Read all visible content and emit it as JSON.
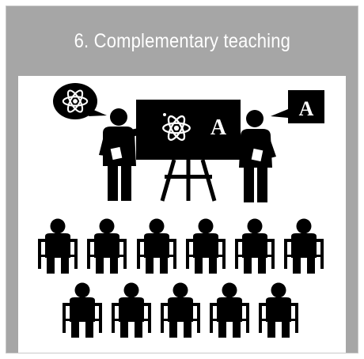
{
  "header": {
    "title": "6. Complementary teaching"
  },
  "classroom": {
    "board_letter": "A",
    "bubble_letter": "A",
    "front_row_students": 6,
    "back_row_students": 5
  },
  "colors": {
    "header": "#a6a6a6",
    "ink": "#000000",
    "paper": "#ffffff"
  },
  "icons": [
    "atom-icon",
    "letter-a-icon"
  ]
}
